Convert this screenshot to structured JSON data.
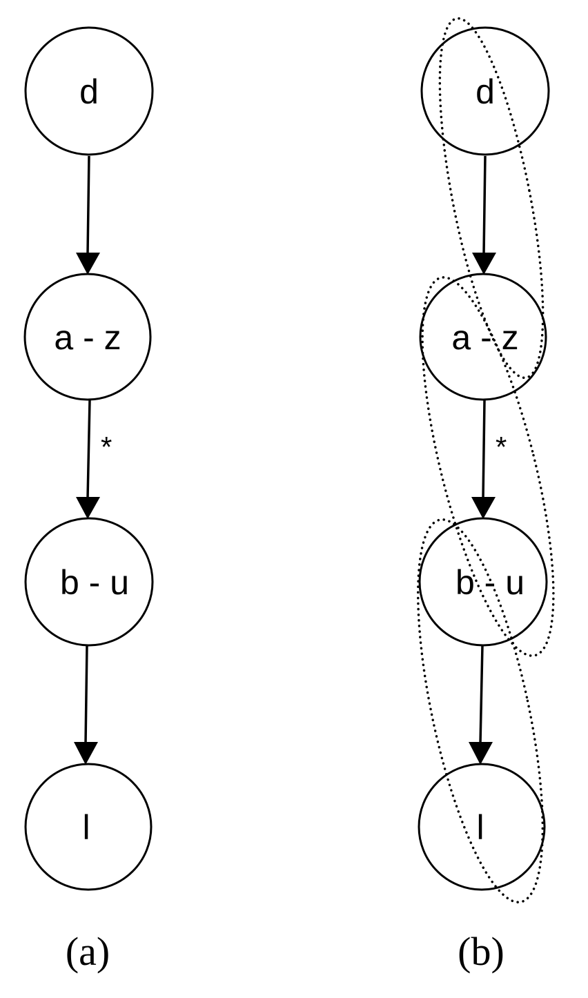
{
  "panels": [
    {
      "caption": "(a)",
      "nodes": [
        {
          "label": "d"
        },
        {
          "label": "a - z"
        },
        {
          "label": "b - u"
        },
        {
          "label": "l"
        }
      ],
      "edges": [
        {
          "label": ""
        },
        {
          "label": "*"
        },
        {
          "label": ""
        }
      ]
    },
    {
      "caption": "(b)",
      "nodes": [
        {
          "label": "d"
        },
        {
          "label": "a - z"
        },
        {
          "label": "b - u"
        },
        {
          "label": "l"
        }
      ],
      "edges": [
        {
          "label": ""
        },
        {
          "label": "*"
        },
        {
          "label": ""
        }
      ]
    }
  ],
  "colors": {
    "stroke": "#000000",
    "background": "#ffffff"
  }
}
